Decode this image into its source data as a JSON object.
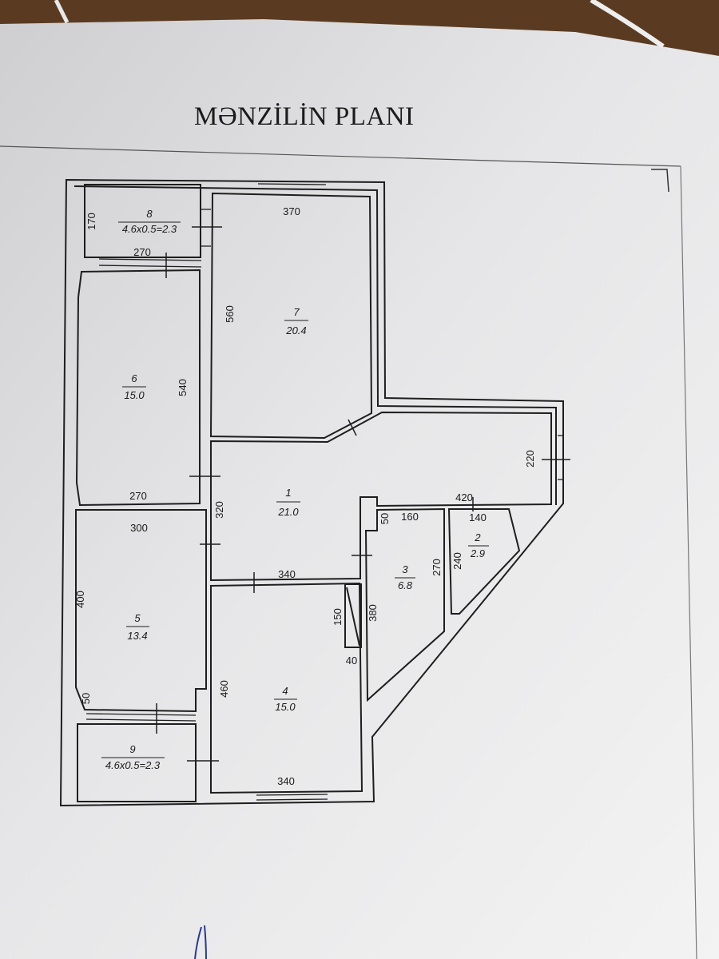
{
  "title": "MƏNZİLİN PLANI",
  "rooms": [
    {
      "id": "1",
      "num": "1",
      "area": "21.0"
    },
    {
      "id": "2",
      "num": "2",
      "area": "2.9"
    },
    {
      "id": "3",
      "num": "3",
      "area": "6.8"
    },
    {
      "id": "4",
      "num": "4",
      "area": "15.0"
    },
    {
      "id": "5",
      "num": "5",
      "area": "13.4"
    },
    {
      "id": "6",
      "num": "6",
      "area": "15.0"
    },
    {
      "id": "7",
      "num": "7",
      "area": "20.4"
    },
    {
      "id": "8",
      "num": "8",
      "area": "4.6x0.5=2.3"
    },
    {
      "id": "9",
      "num": "9",
      "area": "4.6x0.5=2.3"
    }
  ],
  "dimensions": {
    "d370": "370",
    "d170": "170",
    "d270_top": "270",
    "d560": "560",
    "d540": "540",
    "d270_mid": "270",
    "d220": "220",
    "d420": "420",
    "d140": "140",
    "d320": "320",
    "d300": "300",
    "d50_a": "50",
    "d160": "160",
    "d270_r3": "270",
    "d240": "240",
    "d340_top": "340",
    "d400": "400",
    "d150": "150",
    "d380": "380",
    "d40": "40",
    "d460": "460",
    "d50_b": "50",
    "d340_bot": "340"
  }
}
